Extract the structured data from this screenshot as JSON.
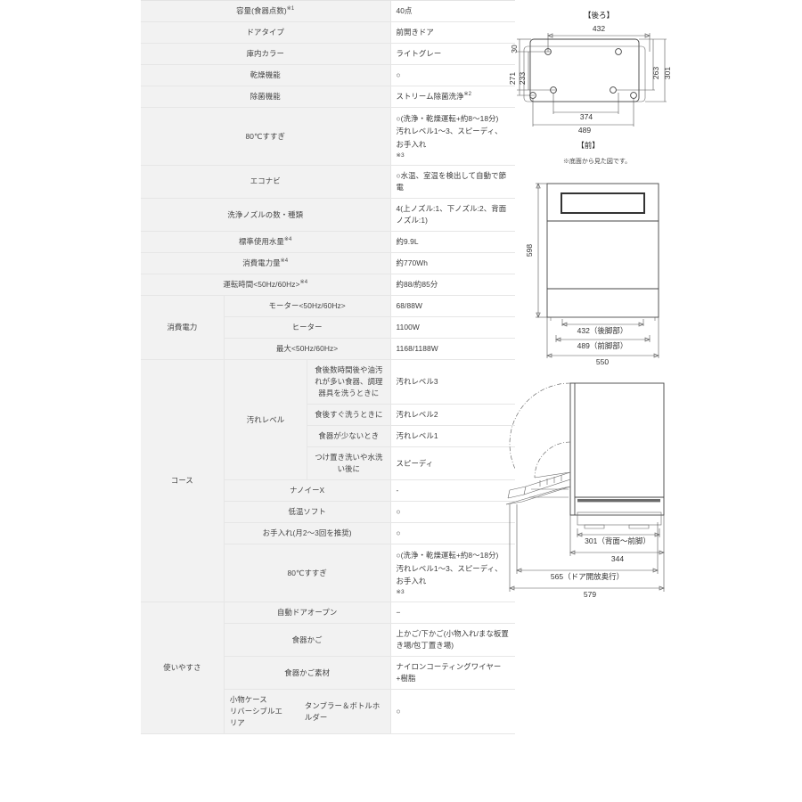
{
  "table": {
    "rows": [
      {
        "item": "容量(食器点数)",
        "sup": "※1",
        "value": "40点"
      },
      {
        "item": "ドアタイプ",
        "value": "前開きドア"
      },
      {
        "item": "庫内カラー",
        "value": "ライトグレー"
      },
      {
        "item": "乾燥機能",
        "value": "○"
      },
      {
        "item": "除菌機能",
        "value": "ストリーム除菌洗浄",
        "value_sup": "※2"
      },
      {
        "item": "80℃すすぎ",
        "value": "○(洗浄・乾燥運転+約8〜18分)",
        "value2": "汚れレベル1〜3、スピーディ、お手入れ",
        "value_note": "※3"
      },
      {
        "item": "エコナビ",
        "value": "○水温、室温を検出して自動で節電"
      },
      {
        "item": "洗浄ノズルの数・種類",
        "value": "4(上ノズル:1、下ノズル:2、背面ノズル:1)"
      },
      {
        "item": "標準使用水量",
        "sup": "※4",
        "value": "約9.9L"
      },
      {
        "item": "消費電力量",
        "sup": "※4",
        "value": "約770Wh"
      },
      {
        "item": "運転時間<50Hz/60Hz>",
        "sup": "※4",
        "value": "約88/約85分"
      }
    ],
    "group_power": {
      "label": "消費電力",
      "rows": [
        {
          "item": "モーター<50Hz/60Hz>",
          "value": "68/88W"
        },
        {
          "item": "ヒーター",
          "value": "1100W"
        },
        {
          "item": "最大<50Hz/60Hz>",
          "value": "1168/1188W"
        }
      ]
    },
    "group_course": {
      "label": "コース",
      "sub_dirt": {
        "label": "汚れレベル",
        "rows": [
          {
            "item": "食後数時間後や油汚れが多い食器、調理器具を洗うときに",
            "value": "汚れレベル3"
          },
          {
            "item": "食後すぐ洗うときに",
            "value": "汚れレベル2"
          },
          {
            "item": "食器が少ないとき",
            "value": "汚れレベル1"
          },
          {
            "item": "つけ置き洗いや水洗い後に",
            "value": "スピーディ"
          }
        ]
      },
      "rows": [
        {
          "item": "ナノイーX",
          "value": "-"
        },
        {
          "item": "低温ソフト",
          "value": "○"
        },
        {
          "item": "お手入れ(月2〜3回を推奨)",
          "value": "○"
        },
        {
          "item": "80℃すすぎ",
          "value": "○(洗浄・乾燥運転+約8〜18分)",
          "value2": "汚れレベル1〜3、スピーディ、お手入れ",
          "value_note": "※3"
        }
      ]
    },
    "group_usability": {
      "label": "使いやすさ",
      "rows": [
        {
          "item": "自動ドアオープン",
          "value": "−"
        },
        {
          "item": "食器かご",
          "value": "上かご/下かご(小物入れ/まな板置き場/包丁置き場)"
        },
        {
          "item": "食器かご素材",
          "value": "ナイロンコーティングワイヤー+樹脂"
        }
      ],
      "case_row": {
        "label_line1": "小物ケース",
        "label_line2": "リバーシブルエリア",
        "item": "タンブラー＆ボトルホルダー",
        "value": "○"
      }
    }
  },
  "diagrams": {
    "bottom_plan": {
      "title_top": "【後ろ】",
      "title_bottom": "【前】",
      "note": "※底面から見た図です。",
      "dims": {
        "top_width": "432",
        "bottom_inner": "374",
        "bottom_outer": "489",
        "left_outer": "271",
        "left_inner": "233",
        "left_small": "30",
        "right_inner": "263",
        "right_outer": "301"
      }
    },
    "front_view": {
      "dims": {
        "height": "598",
        "rear_legs": "432（後脚部）",
        "front_legs": "489（前脚部）",
        "width": "550"
      }
    },
    "side_view": {
      "dims": {
        "back_to_front_leg": "301（背面〜前脚）",
        "depth_body": "344",
        "door_open_depth": "565（ドア開放奥行）",
        "total_depth": "579"
      }
    }
  }
}
